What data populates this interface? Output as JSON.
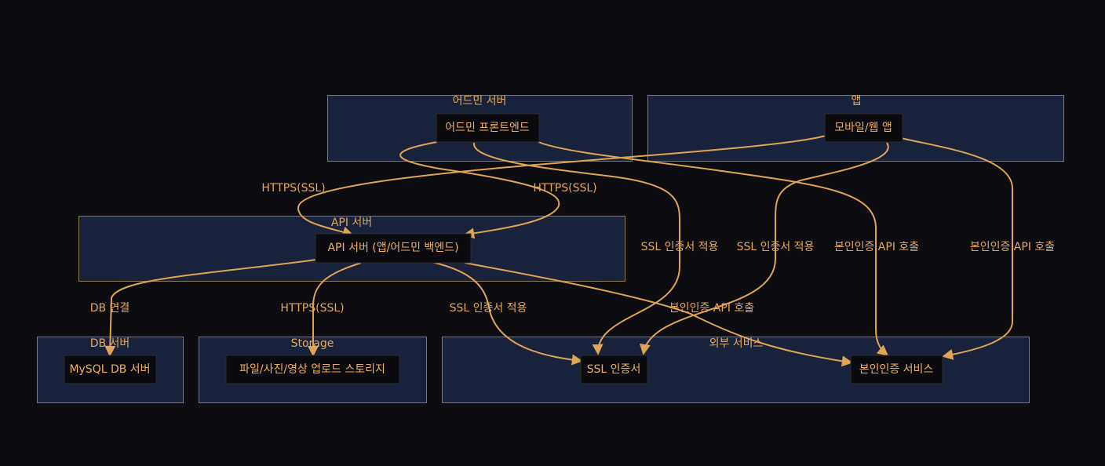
{
  "clusters": {
    "admin": {
      "label": "어드민 서버"
    },
    "app": {
      "label": "앱"
    },
    "api": {
      "label": "API 서버"
    },
    "db": {
      "label": "DB 서버"
    },
    "storage": {
      "label": "Storage"
    },
    "external": {
      "label": "외부 서비스"
    }
  },
  "nodes": {
    "admin_frontend": {
      "label": "어드민 프론트엔드"
    },
    "mobile_app": {
      "label": "모바일/웹 앱"
    },
    "api_server": {
      "label": "API 서버 (앱/어드민 백엔드)"
    },
    "mysql": {
      "label": "MySQL DB 서버"
    },
    "file_storage": {
      "label": "파일/사진/영상 업로드 스토리지"
    },
    "ssl_cert": {
      "label": "SSL 인증서"
    },
    "identity_service": {
      "label": "본인인증 서비스"
    }
  },
  "edges": {
    "app_to_api": {
      "label": "HTTPS(SSL)"
    },
    "admin_to_api": {
      "label": "HTTPS(SSL)"
    },
    "admin_to_ssl": {
      "label": "SSL 인증서 적용"
    },
    "app_to_ssl": {
      "label": "SSL 인증서 적용"
    },
    "admin_to_identity": {
      "label": "본인인증 API 호출"
    },
    "app_to_identity": {
      "label": "본인인증 API 호출"
    },
    "api_to_db": {
      "label": "DB 연결"
    },
    "api_to_storage": {
      "label": "HTTPS(SSL)"
    },
    "api_to_ssl": {
      "label": "SSL 인증서 적용"
    },
    "api_to_identity": {
      "label": "본인인증 API 호출"
    }
  },
  "colors": {
    "background": "#0c0c11",
    "cluster_fill": "#18223a",
    "cluster_border": "#8c7a4a",
    "node_fill": "#0b0b0f",
    "edge": "#e0a455",
    "text": "#e6a85a"
  }
}
